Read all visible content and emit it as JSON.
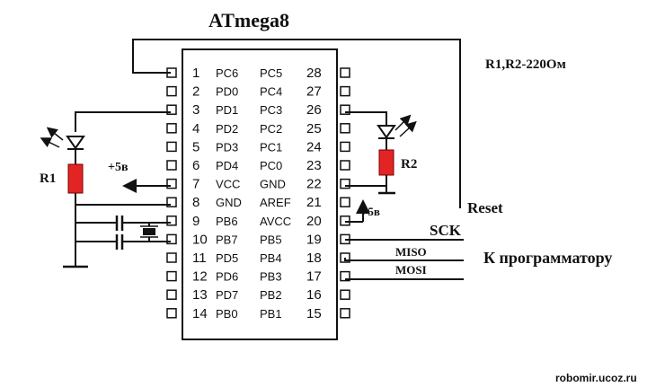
{
  "title": "ATmega8",
  "title_color": "#2e8b3a",
  "resistor_note": "R1,R2-220Ом",
  "resistor_color": "#e32424",
  "r1_label": "R1",
  "r2_label": "R2",
  "vcc_label_left": "+5в",
  "vcc_label_right": "+5в",
  "reset_label": "Reset",
  "sck_label": "SCK",
  "miso_label": "MISO",
  "mosi_label": "MOSI",
  "programmer_label": "К программатору",
  "watermark": "robomir.ucoz.ru",
  "left_pins": [
    {
      "num": "1",
      "name": "PC6"
    },
    {
      "num": "2",
      "name": "PD0"
    },
    {
      "num": "3",
      "name": "PD1"
    },
    {
      "num": "4",
      "name": "PD2"
    },
    {
      "num": "5",
      "name": "PD3"
    },
    {
      "num": "6",
      "name": "PD4"
    },
    {
      "num": "7",
      "name": "VCC"
    },
    {
      "num": "8",
      "name": "GND"
    },
    {
      "num": "9",
      "name": "PB6"
    },
    {
      "num": "10",
      "name": "PB7"
    },
    {
      "num": "11",
      "name": "PD5"
    },
    {
      "num": "12",
      "name": "PD6"
    },
    {
      "num": "13",
      "name": "PD7"
    },
    {
      "num": "14",
      "name": "PB0"
    }
  ],
  "right_pins": [
    {
      "num": "28",
      "name": "PC5"
    },
    {
      "num": "27",
      "name": "PC4"
    },
    {
      "num": "26",
      "name": "PC3"
    },
    {
      "num": "25",
      "name": "PC2"
    },
    {
      "num": "24",
      "name": "PC1"
    },
    {
      "num": "23",
      "name": "PC0"
    },
    {
      "num": "22",
      "name": "GND"
    },
    {
      "num": "21",
      "name": "AREF"
    },
    {
      "num": "20",
      "name": "AVCC"
    },
    {
      "num": "19",
      "name": "PB5"
    },
    {
      "num": "18",
      "name": "PB4"
    },
    {
      "num": "17",
      "name": "PB3"
    },
    {
      "num": "16",
      "name": "PB2"
    },
    {
      "num": "15",
      "name": "PB1"
    }
  ]
}
